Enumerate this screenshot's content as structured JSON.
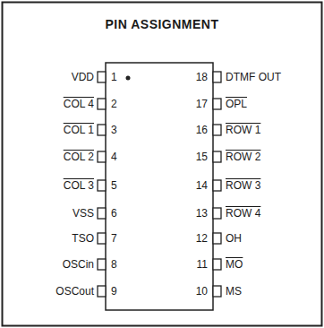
{
  "diagram": {
    "title": "PIN ASSIGNMENT",
    "labels": [
      "VDD",
      "1",
      "COL 4",
      "2",
      "COL 1",
      "3",
      "COL 2",
      "4",
      "COL 3",
      "5",
      "VSS",
      "6",
      "TSO",
      "7",
      "OSCin",
      "8",
      "OSCout",
      "9",
      "DTMF OUT",
      "18",
      "OPL",
      "17",
      "ROW 1",
      "16",
      "ROW 2",
      "15",
      "ROW 3",
      "14",
      "ROW 4",
      "13",
      "OH",
      "12",
      "MO",
      "11",
      "MS",
      "10"
    ]
  }
}
